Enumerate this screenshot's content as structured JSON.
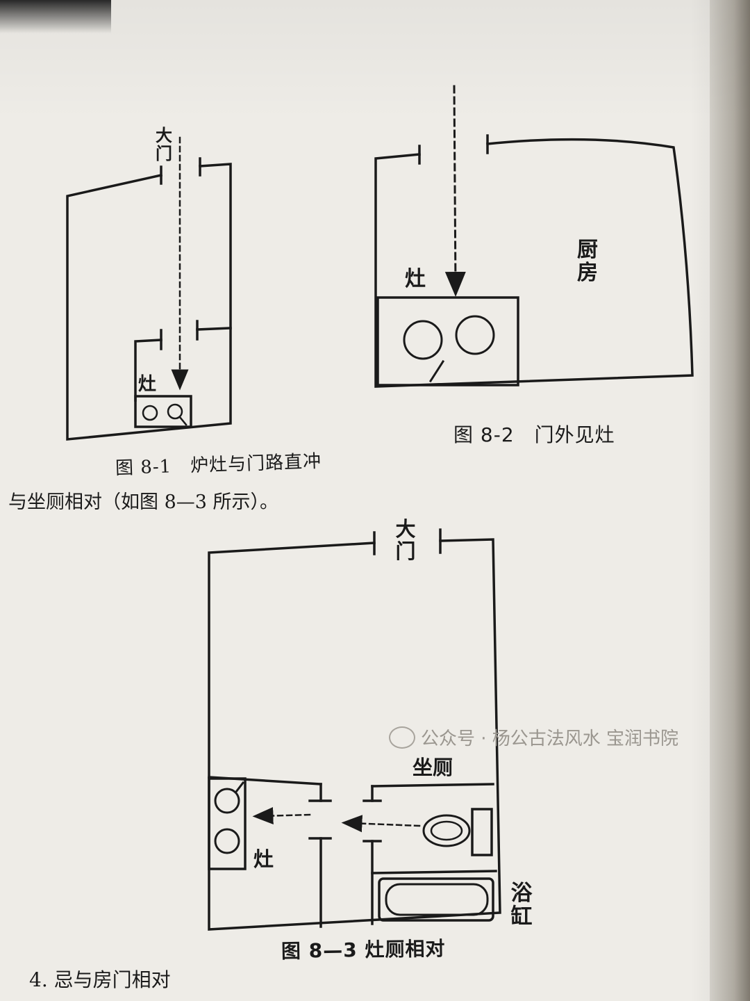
{
  "fig1": {
    "door_label": "大门",
    "stove_label": "灶",
    "caption": "图 8-1　炉灶与门路直冲"
  },
  "fig2": {
    "stove_label": "灶",
    "kitchen_label": "厨房",
    "caption": "图 8-2　门外见灶"
  },
  "body": {
    "line1": "与坐厕相对（如图 8—3 所示）。",
    "line_bottom": "4. 忌与房门相对"
  },
  "fig3": {
    "door_label": "大门",
    "toilet_label": "坐厕",
    "stove_label": "灶",
    "bathtub_label": "浴缸",
    "caption": "图 8—3 灶厕相对"
  },
  "watermark": {
    "text": "公众号 · 杨公古法风水 宝润书院"
  }
}
